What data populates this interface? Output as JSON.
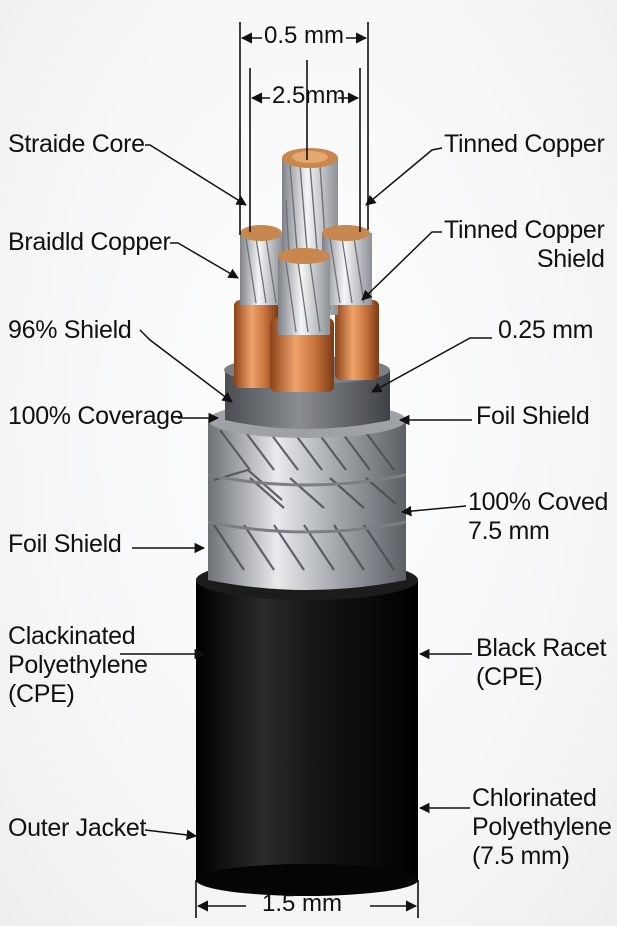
{
  "dimensions": {
    "top_outer": "0.5 mm",
    "top_inner": "2.5mm",
    "bottom": "1.5 mm"
  },
  "labels_left": {
    "strand_core": "Straide Core",
    "braided_copper": "Braidld Copper",
    "shield_96": "96% Shield",
    "coverage_100": "100% Coverage",
    "foil_shield": "Foil Shield",
    "cpe_left": [
      "Clackinated",
      "Polyethylene",
      "(CPE)"
    ],
    "outer_jacket": "Outer Jacket"
  },
  "labels_right": {
    "tinned_copper": "Tinned Copper",
    "tinned_copper_shield": [
      "Tinned Copper",
      "Shield"
    ],
    "thickness": "0.25 mm",
    "foil_shield": "Foil Shield",
    "covered": [
      "100% Coved",
      "7.5 mm"
    ],
    "black_racet": [
      "Black Racet",
      "(CPE)"
    ],
    "chlorinated": [
      "Chlorinated",
      "Polyethylene",
      "(7.5 mm)"
    ]
  },
  "colors": {
    "jacket": "#0d0d0d",
    "copper": "#c8733c",
    "conductor": "#c9ccd0",
    "insulation": "#6b6e72",
    "armor": "#b7bbc0"
  }
}
